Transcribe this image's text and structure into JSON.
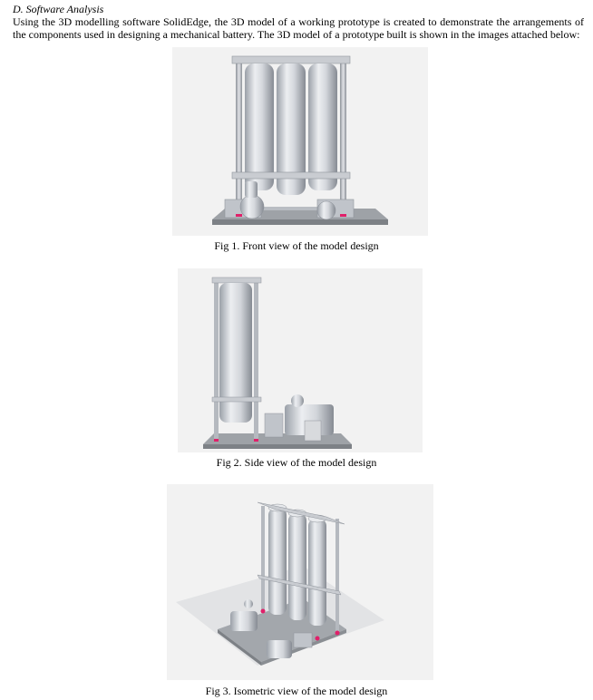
{
  "section": {
    "heading": "D.  Software Analysis",
    "paragraph": "Using the 3D modelling software SolidEdge, the 3D model of a working prototype is created to demonstrate the arrangements of the components used in designing a mechanical battery. The 3D model of a prototype built is shown in the images attached below:"
  },
  "figures": [
    {
      "caption": "Fig 1. Front view of the model design"
    },
    {
      "caption": "Fig 2. Side view of the model design"
    },
    {
      "caption": "Fig 3. Isometric view of the model design"
    }
  ],
  "colors": {
    "figure_background": "#f2f2f2",
    "metal_light": "#e6e8ec",
    "metal_mid": "#c3c7cd",
    "metal_dark": "#8f949b",
    "base_plate": "#9ea2a7",
    "bolt_highlight": "#e0206a"
  }
}
